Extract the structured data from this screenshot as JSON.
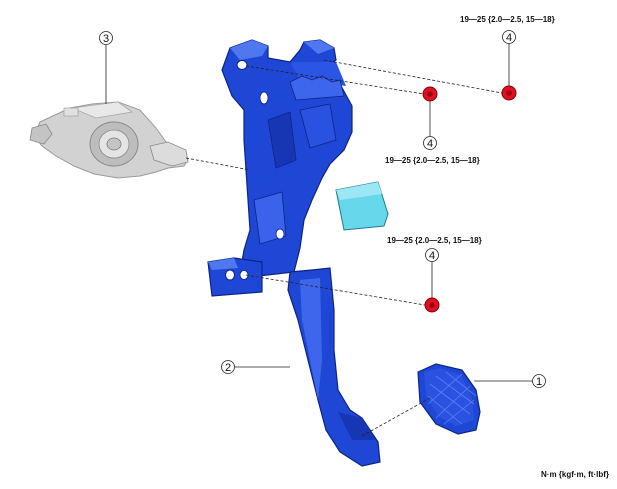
{
  "callouts": {
    "c1": "1",
    "c2": "2",
    "c3": "3",
    "c4": "4"
  },
  "torque_specs": {
    "t1": "19—25 {2.0—2.5, 15—18}",
    "t2": "19—25 {2.0—2.5, 15—18}",
    "t3": "19—25 {2.0—2.5, 15—18}"
  },
  "units_note": "N·m {kgf·m, ft·lbf}",
  "colors": {
    "bracket_blue": "#1f47d6",
    "bracket_dark": "#102c9c",
    "bracket_light": "#4f78f0",
    "nut_red": "#e0101e",
    "sensor_cyan": "#67d8ec",
    "switch_gray": "#c8c8c8"
  }
}
